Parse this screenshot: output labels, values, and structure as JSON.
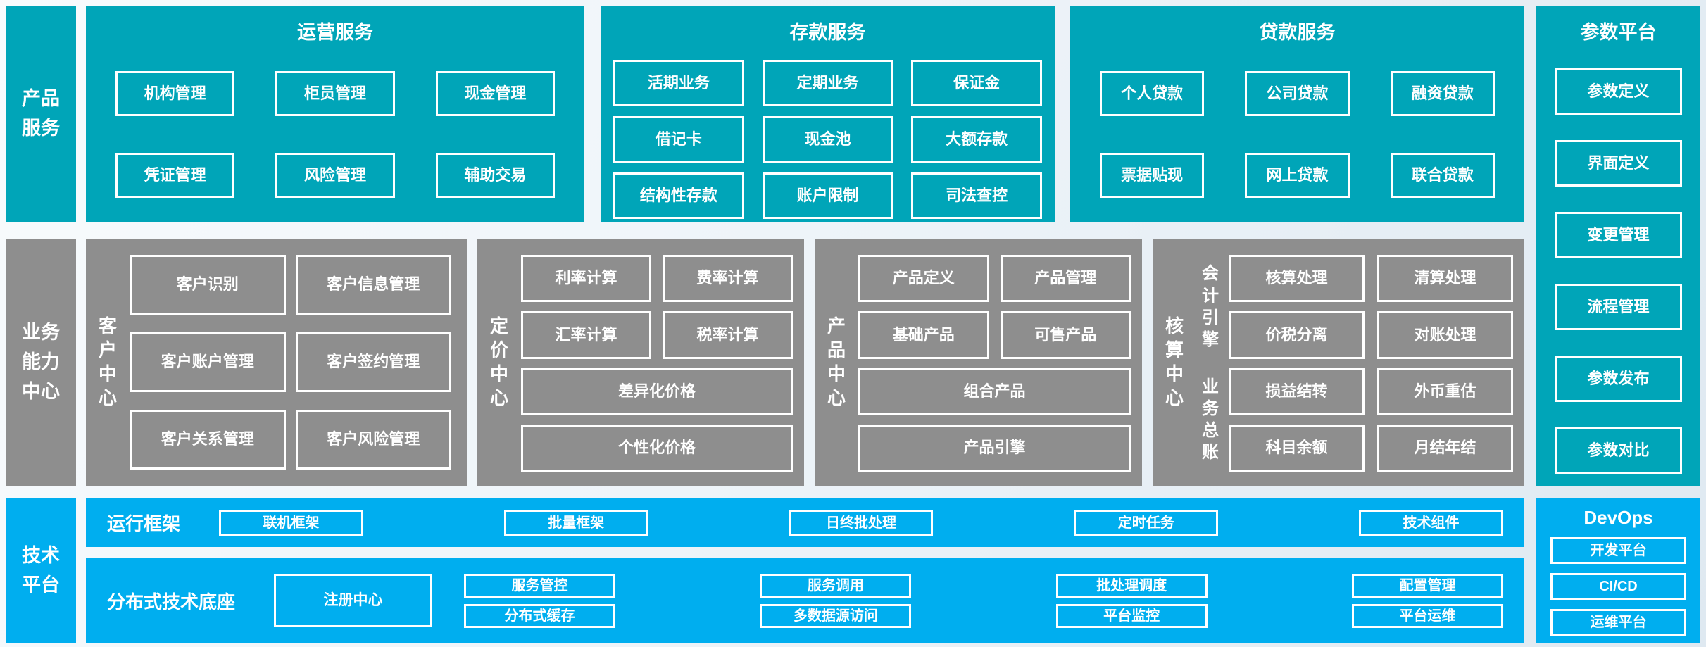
{
  "colors": {
    "teal": "#00a5b8",
    "gray": "#8e8e8e",
    "blue": "#00aeef",
    "border": "#ffffff",
    "background": "#eef4f9"
  },
  "rails": {
    "product": {
      "label": "产品\n服务"
    },
    "capability": {
      "label": "业务\n能力\n中心"
    },
    "tech": {
      "label": "技术\n平台"
    }
  },
  "top_panels": [
    {
      "title": "运营服务",
      "items": [
        "机构管理",
        "柜员管理",
        "现金管理",
        "凭证管理",
        "风险管理",
        "辅助交易"
      ]
    },
    {
      "title": "存款服务",
      "items": [
        "活期业务",
        "定期业务",
        "保证金",
        "借记卡",
        "现金池",
        "大额存款",
        "结构性存款",
        "账户限制",
        "司法查控"
      ]
    },
    {
      "title": "贷款服务",
      "items": [
        "个人贷款",
        "公司贷款",
        "融资贷款",
        "票据贴现",
        "网上贷款",
        "联合贷款"
      ]
    }
  ],
  "param_platform": {
    "title": "参数平台",
    "items": [
      "参数定义",
      "界面定义",
      "变更管理",
      "流程管理",
      "参数发布",
      "参数对比"
    ]
  },
  "capability_centers": [
    {
      "label": "客\n户\n中\n心",
      "items": [
        "客户识别",
        "客户信息管理",
        "客户账户管理",
        "客户签约管理",
        "客户关系管理",
        "客户风险管理"
      ]
    },
    {
      "label": "定\n价\n中\n心",
      "pairs": [
        "利率计算",
        "费率计算",
        "汇率计算",
        "税率计算"
      ],
      "wide": [
        "差异化价格",
        "个性化价格"
      ]
    },
    {
      "label": "产\n品\n中\n心",
      "pairs": [
        "产品定义",
        "产品管理",
        "基础产品",
        "可售产品"
      ],
      "wide": [
        "组合产品",
        "产品引擎"
      ]
    },
    {
      "label": "核\n算\n中\n心",
      "groups": [
        {
          "label": "会\n计\n引\n擎",
          "items": [
            "核算处理",
            "清算处理",
            "价税分离",
            "对账处理"
          ]
        },
        {
          "label": "业\n务\n总\n账",
          "items": [
            "损益结转",
            "外币重估",
            "科目余额",
            "月结年结"
          ]
        }
      ]
    }
  ],
  "runtime_framework": {
    "label": "运行框架",
    "items": [
      "联机框架",
      "批量框架",
      "日终批处理",
      "定时任务",
      "技术组件"
    ]
  },
  "distributed_base": {
    "label": "分布式技术底座",
    "registry": "注册中心",
    "columns": [
      [
        "服务管控",
        "分布式缓存"
      ],
      [
        "服务调用",
        "多数据源访问"
      ],
      [
        "批处理调度",
        "平台监控"
      ],
      [
        "配置管理",
        "平台运维"
      ]
    ]
  },
  "devops": {
    "title": "DevOps",
    "items": [
      "开发平台",
      "CI/CD",
      "运维平台"
    ]
  }
}
